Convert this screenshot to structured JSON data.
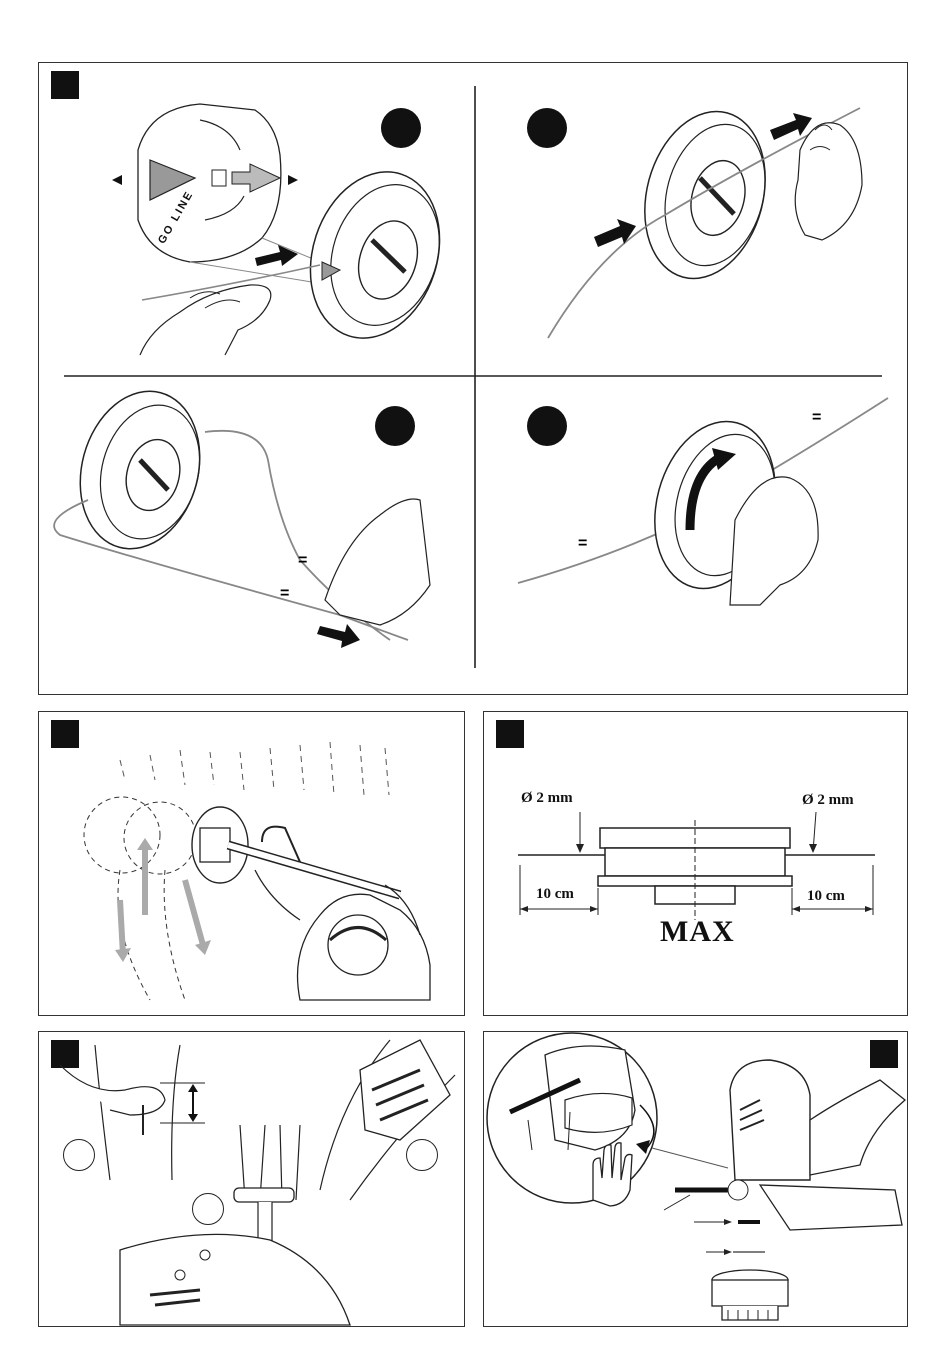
{
  "spool_panel": {
    "zoom_text": "GO LINE"
  },
  "line_spec": {
    "left_diameter": "Ø 2 mm",
    "right_diameter": "Ø 2 mm",
    "left_length": "10 cm",
    "right_length": "10 cm",
    "max_label": "MAX"
  },
  "colors": {
    "line": "#111111",
    "arrow_dark": "#111111",
    "arrow_gray": "#a8a8a8",
    "frame": "#333333"
  },
  "icons": [
    "square-badge",
    "circle-badge",
    "push-arrow-icon",
    "pull-arrow-icon",
    "rotate-arrow-icon",
    "stop-hand-icon",
    "double-arrow-icon"
  ]
}
